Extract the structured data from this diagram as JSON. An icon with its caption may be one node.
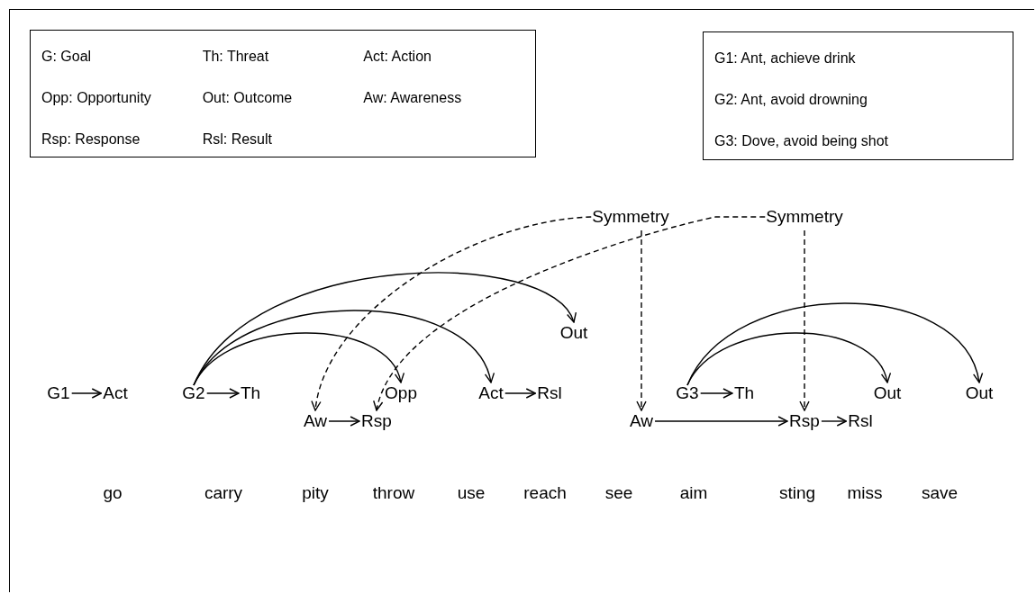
{
  "diagram": {
    "nodes": [
      {
        "text": [
          "G: Goal",
          "Th: Threat",
          "Act: Action",
          "Opp: Opportunity",
          "Out: Outcome",
          "Aw: Awareness",
          "Rsp: Response",
          "Rsl: Result"
        ]
      },
      {
        "text": [
          "G1: Ant, achieve drink",
          "G2: Ant, avoid drowning",
          "G3: Dove, avoid being shot"
        ]
      },
      {
        "text": [
          "Symmetry"
        ]
      },
      {
        "text": [
          "Symmetry"
        ]
      },
      {
        "text": [
          "Out"
        ]
      },
      {
        "text": [
          "G1"
        ]
      },
      {
        "text": [
          "Act"
        ]
      },
      {
        "text": [
          "G2"
        ]
      },
      {
        "text": [
          "Th"
        ]
      },
      {
        "text": [
          "Opp"
        ]
      },
      {
        "text": [
          "Act"
        ]
      },
      {
        "text": [
          "Rsl"
        ]
      },
      {
        "text": [
          "G3"
        ]
      },
      {
        "text": [
          "Th"
        ]
      },
      {
        "text": [
          "Out"
        ]
      },
      {
        "text": [
          "Out"
        ]
      },
      {
        "text": [
          "Aw"
        ]
      },
      {
        "text": [
          "Rsp"
        ]
      },
      {
        "text": [
          "Aw"
        ]
      },
      {
        "text": [
          "Rsp"
        ]
      },
      {
        "text": [
          "Rsl"
        ]
      }
    ],
    "edges": [
      {
        "from": 5,
        "to": 6,
        "arrow": "to"
      },
      {
        "from": 7,
        "to": 8,
        "arrow": "to"
      },
      {
        "from": 7,
        "to": 9,
        "arrow": "to"
      },
      {
        "from": 7,
        "to": 10,
        "arrow": "to"
      },
      {
        "from": 7,
        "to": 4,
        "arrow": "to"
      },
      {
        "from": 10,
        "to": 11,
        "arrow": "to"
      },
      {
        "from": 12,
        "to": 13,
        "arrow": "to"
      },
      {
        "from": 12,
        "to": 14,
        "arrow": "to"
      },
      {
        "from": 12,
        "to": 15,
        "arrow": "to"
      },
      {
        "from": 16,
        "to": 17,
        "arrow": "to"
      },
      {
        "from": 18,
        "to": 19,
        "arrow": "to"
      },
      {
        "from": 19,
        "to": 20,
        "arrow": "to"
      },
      {
        "from": 2,
        "to": 16,
        "arrow": "to",
        "style": "dashed"
      },
      {
        "from": 2,
        "to": 18,
        "arrow": "to",
        "style": "dashed"
      },
      {
        "from": 3,
        "to": 17,
        "arrow": "to",
        "style": "dashed"
      },
      {
        "from": 3,
        "to": 19,
        "arrow": "to",
        "style": "dashed"
      }
    ],
    "labels": [
      "go",
      "carry",
      "pity",
      "throw",
      "use",
      "reach",
      "see",
      "aim",
      "sting",
      "miss",
      "save"
    ]
  }
}
